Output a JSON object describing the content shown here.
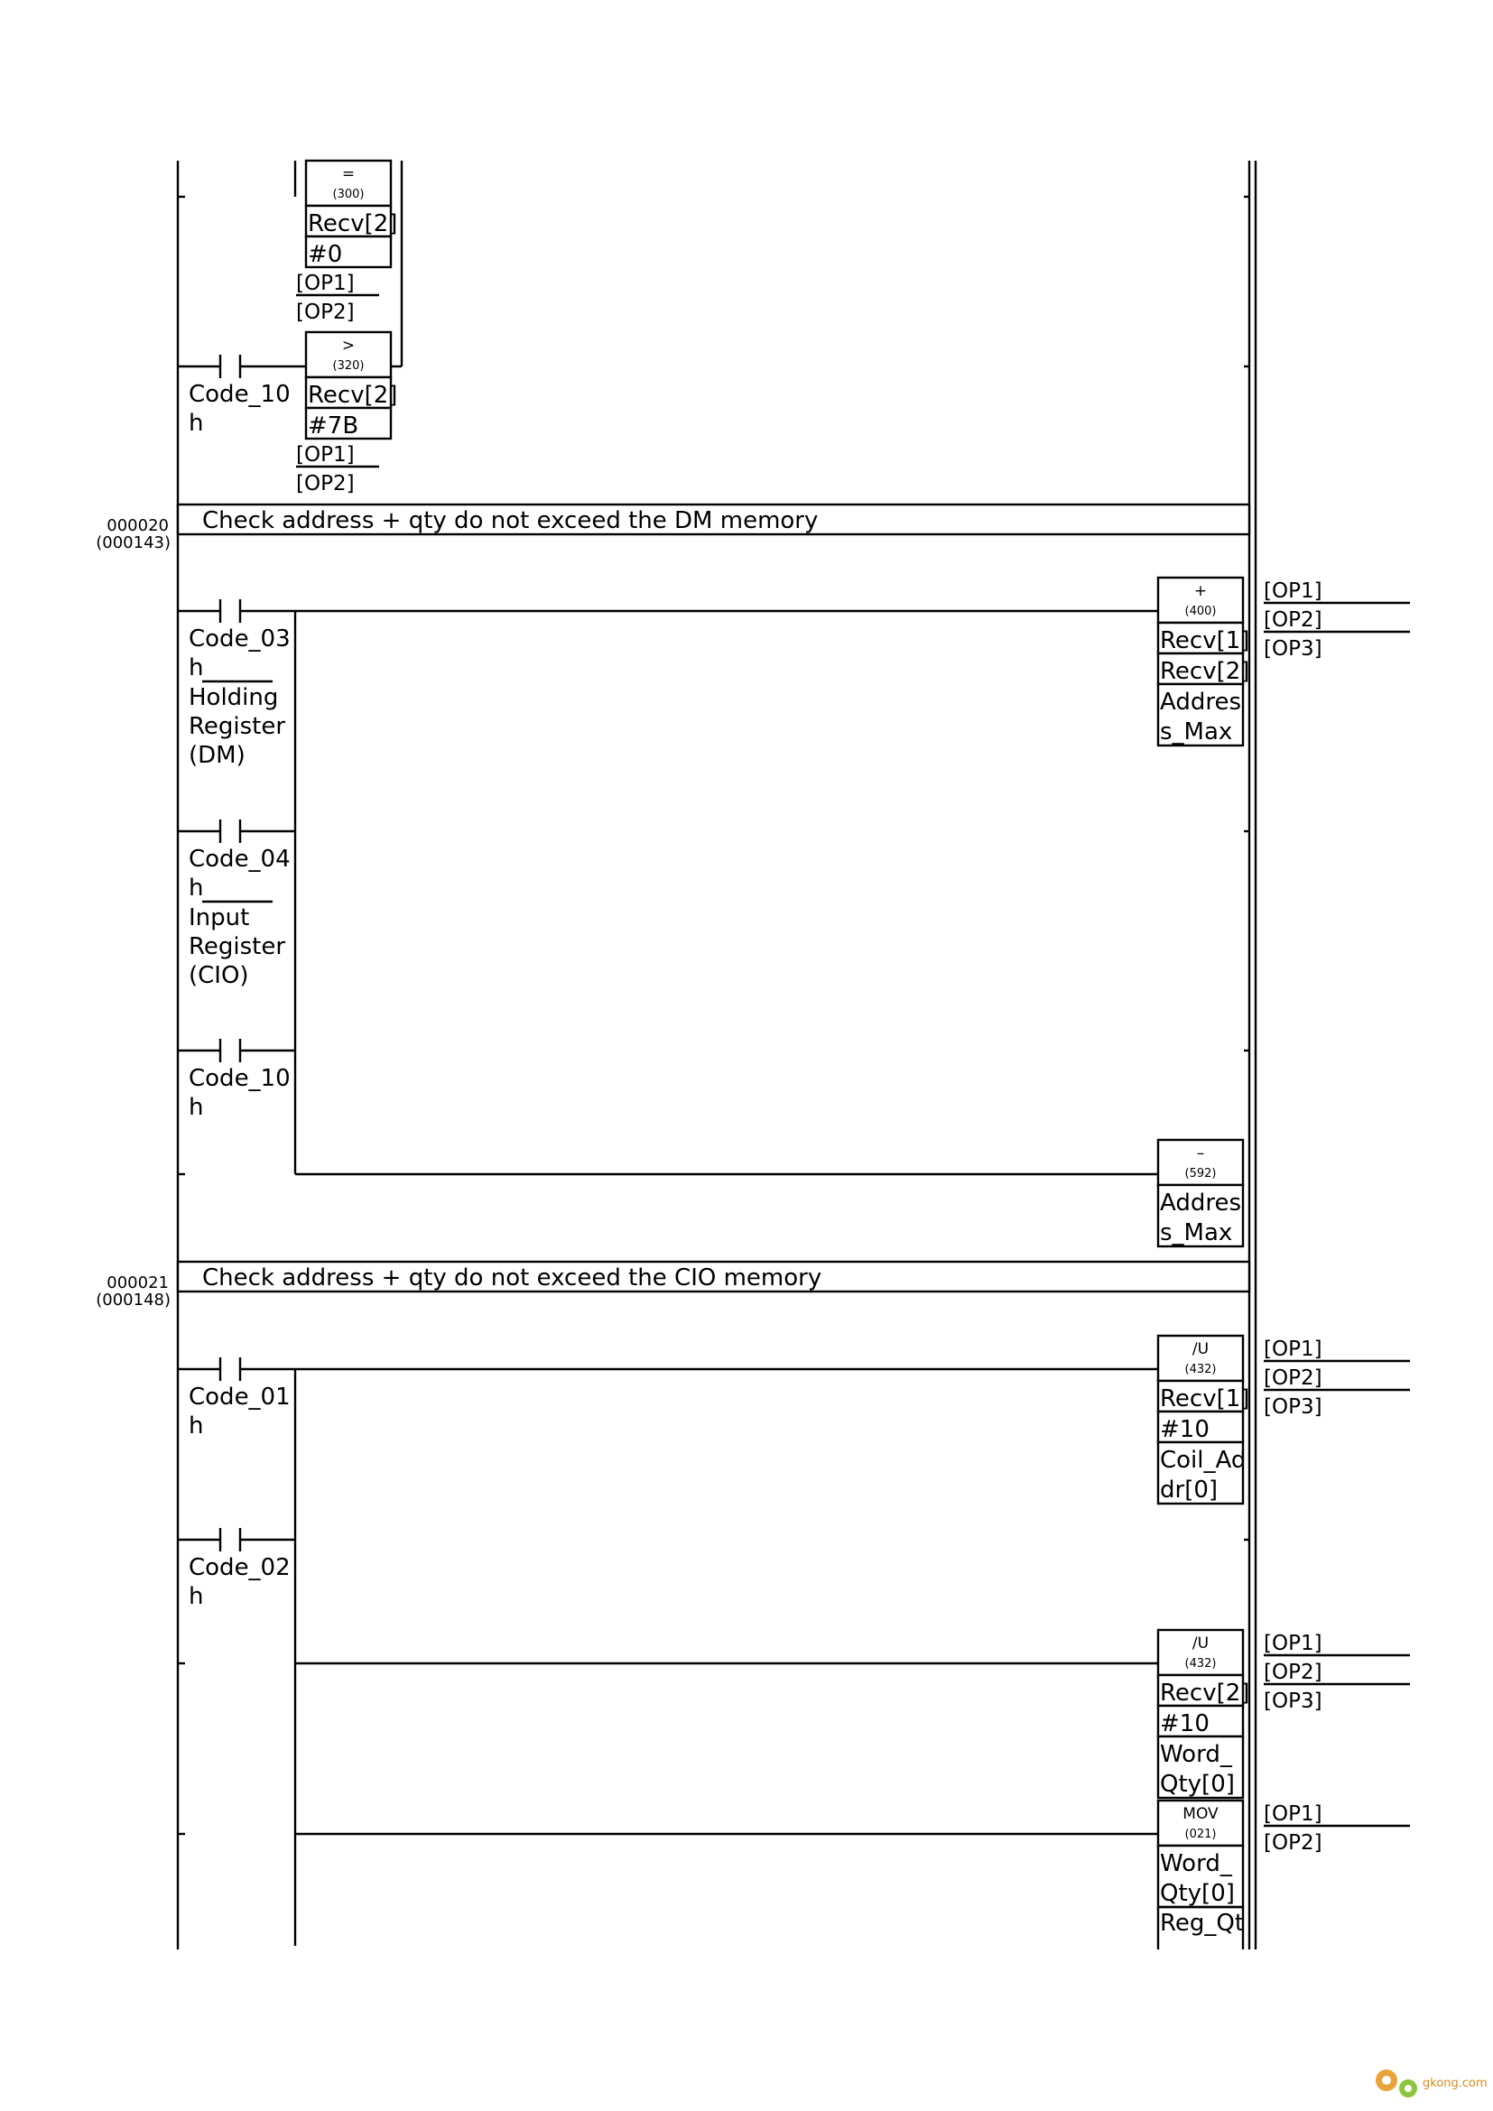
{
  "rungs": [
    {
      "number": "000020",
      "step": "(000143)",
      "comment": "Check address + qty do not exceed the DM memory"
    },
    {
      "number": "000021",
      "step": "(000148)",
      "comment": "Check address + qty do not exceed the CIO memory"
    }
  ],
  "contacts": {
    "code_10h_top": [
      "Code_10",
      "h"
    ],
    "code_03h": [
      "Code_03",
      "h",
      "Holding",
      "Register",
      "(DM)"
    ],
    "code_04h": [
      "Code_04",
      "h",
      "Input",
      "Register",
      "(CIO)"
    ],
    "code_10h": [
      "Code_10",
      "h"
    ],
    "code_01h": [
      "Code_01",
      "h"
    ],
    "code_02h": [
      "Code_02",
      "h"
    ]
  },
  "instructions": {
    "cmp_eq": {
      "mnemonic": "=",
      "code": "(300)",
      "operands": [
        "Recv[2]",
        "#0"
      ],
      "op_labels": [
        "[OP1]",
        "[OP2]"
      ]
    },
    "cmp_gt": {
      "mnemonic": ">",
      "code": "(320)",
      "operands": [
        "Recv[2]",
        "#7B"
      ],
      "op_labels": [
        "[OP1]",
        "[OP2]"
      ]
    },
    "add": {
      "mnemonic": "+",
      "code": "(400)",
      "operands": [
        "Recv[1]",
        "Recv[2]",
        "Addres",
        "s_Max"
      ],
      "op_labels": [
        "[OP1]",
        "[OP2]",
        "[OP3]"
      ]
    },
    "dec": {
      "mnemonic": "–",
      "code": "(592)",
      "operands": [
        "Addres",
        "s_Max"
      ]
    },
    "div_1": {
      "mnemonic": "/U",
      "code": "(432)",
      "operands": [
        "Recv[1]",
        "#10",
        "Coil_Ad",
        "dr[0]"
      ],
      "op_labels": [
        "[OP1]",
        "[OP2]",
        "[OP3]"
      ]
    },
    "div_2": {
      "mnemonic": "/U",
      "code": "(432)",
      "operands": [
        "Recv[2]",
        "#10",
        "Word_",
        "Qty[0]"
      ],
      "op_labels": [
        "[OP1]",
        "[OP2]",
        "[OP3]"
      ]
    },
    "mov": {
      "mnemonic": "MOV",
      "code": "(021)",
      "operands": [
        "Word_",
        "Qty[0]",
        "Reg_Qt"
      ],
      "op_labels": [
        "[OP1]",
        "[OP2]"
      ]
    }
  },
  "watermark": {
    "text": "gkong.com",
    "color": "#d88a1e"
  }
}
